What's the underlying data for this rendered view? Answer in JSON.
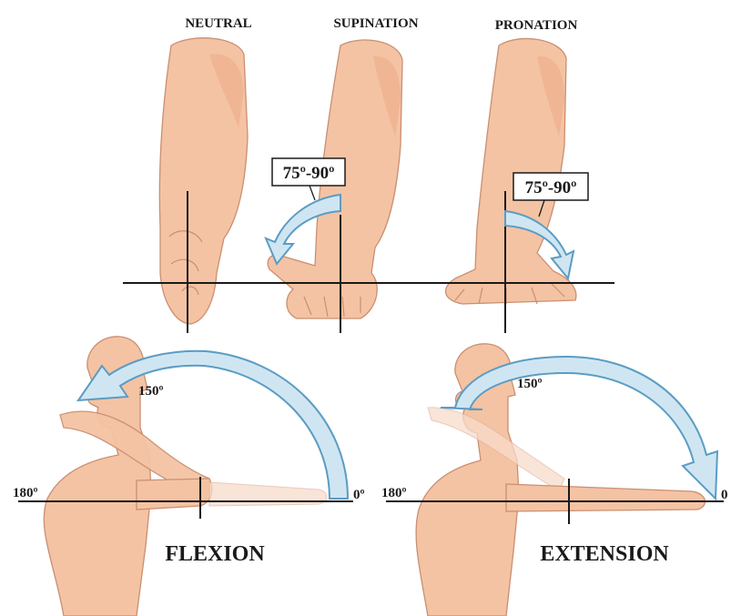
{
  "labels": {
    "neutral": "NEUTRAL",
    "supination": "SUPINATION",
    "pronation": "PRONATION",
    "supination_range": "75º-90º",
    "pronation_range": "75º-90º",
    "flexion_angle": "150º",
    "extension_angle": "150º",
    "flexion_180": "180º",
    "flexion_0": "0º",
    "extension_180": "180º",
    "extension_0": "0",
    "flexion": "FLEXION",
    "extension": "EXTENSION"
  },
  "colors": {
    "skin": "#f4c3a3",
    "arrow_fill": "#cfe6f2",
    "arrow_stroke": "#5b9cc4",
    "line": "#1a1a1a"
  }
}
